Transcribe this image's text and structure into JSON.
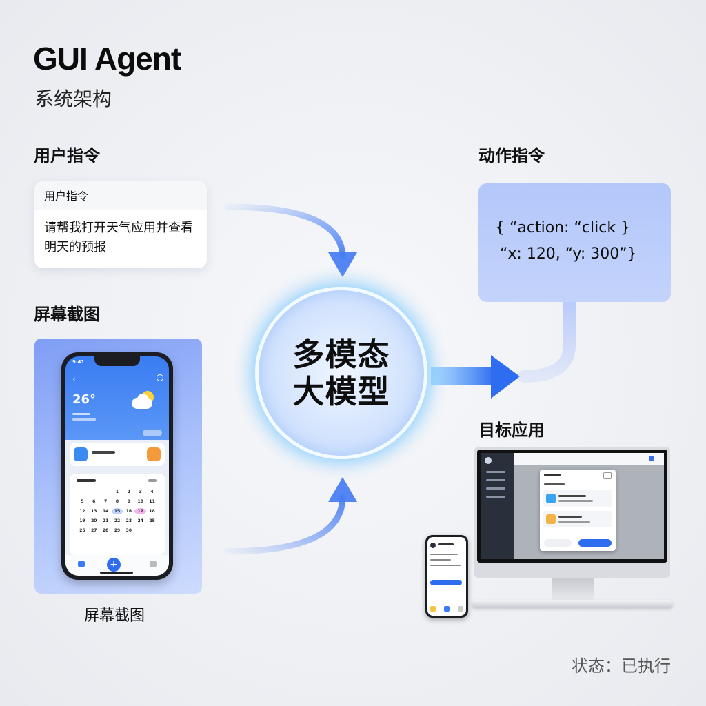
{
  "header": {
    "title": "GUI Agent",
    "subtitle": "系统架构"
  },
  "inputs": {
    "user_section_label": "用户指令",
    "user_card_title": "用户指令",
    "user_card_text_line1": "请帮我打开天气应用并查看",
    "user_card_text_line2": "明天的预报",
    "screenshot_section_label": "屏幕截图",
    "screenshot_caption": "屏幕截图"
  },
  "model": {
    "line1": "多模态",
    "line2": "大模型"
  },
  "outputs": {
    "action_section_label": "动作指令",
    "action_line1": "{ “action: “click }",
    "action_line2": " “x: 120, “y: 300”}",
    "target_section_label": "目标应用"
  },
  "phone": {
    "time": "9:41",
    "temperature": "26°"
  },
  "status": {
    "text": "状态：已执行"
  },
  "colors": {
    "arrow_blue": "#5b8cf3",
    "arrow_strong": "#2f6df0",
    "action_card_bg": "#b9cbfa",
    "glow": "#66c4ff"
  },
  "icons": {
    "phone_back": "chevron-left-icon",
    "weather": "sun-cloud-icon",
    "calendar": "calendar-icon",
    "add": "plus-icon"
  }
}
